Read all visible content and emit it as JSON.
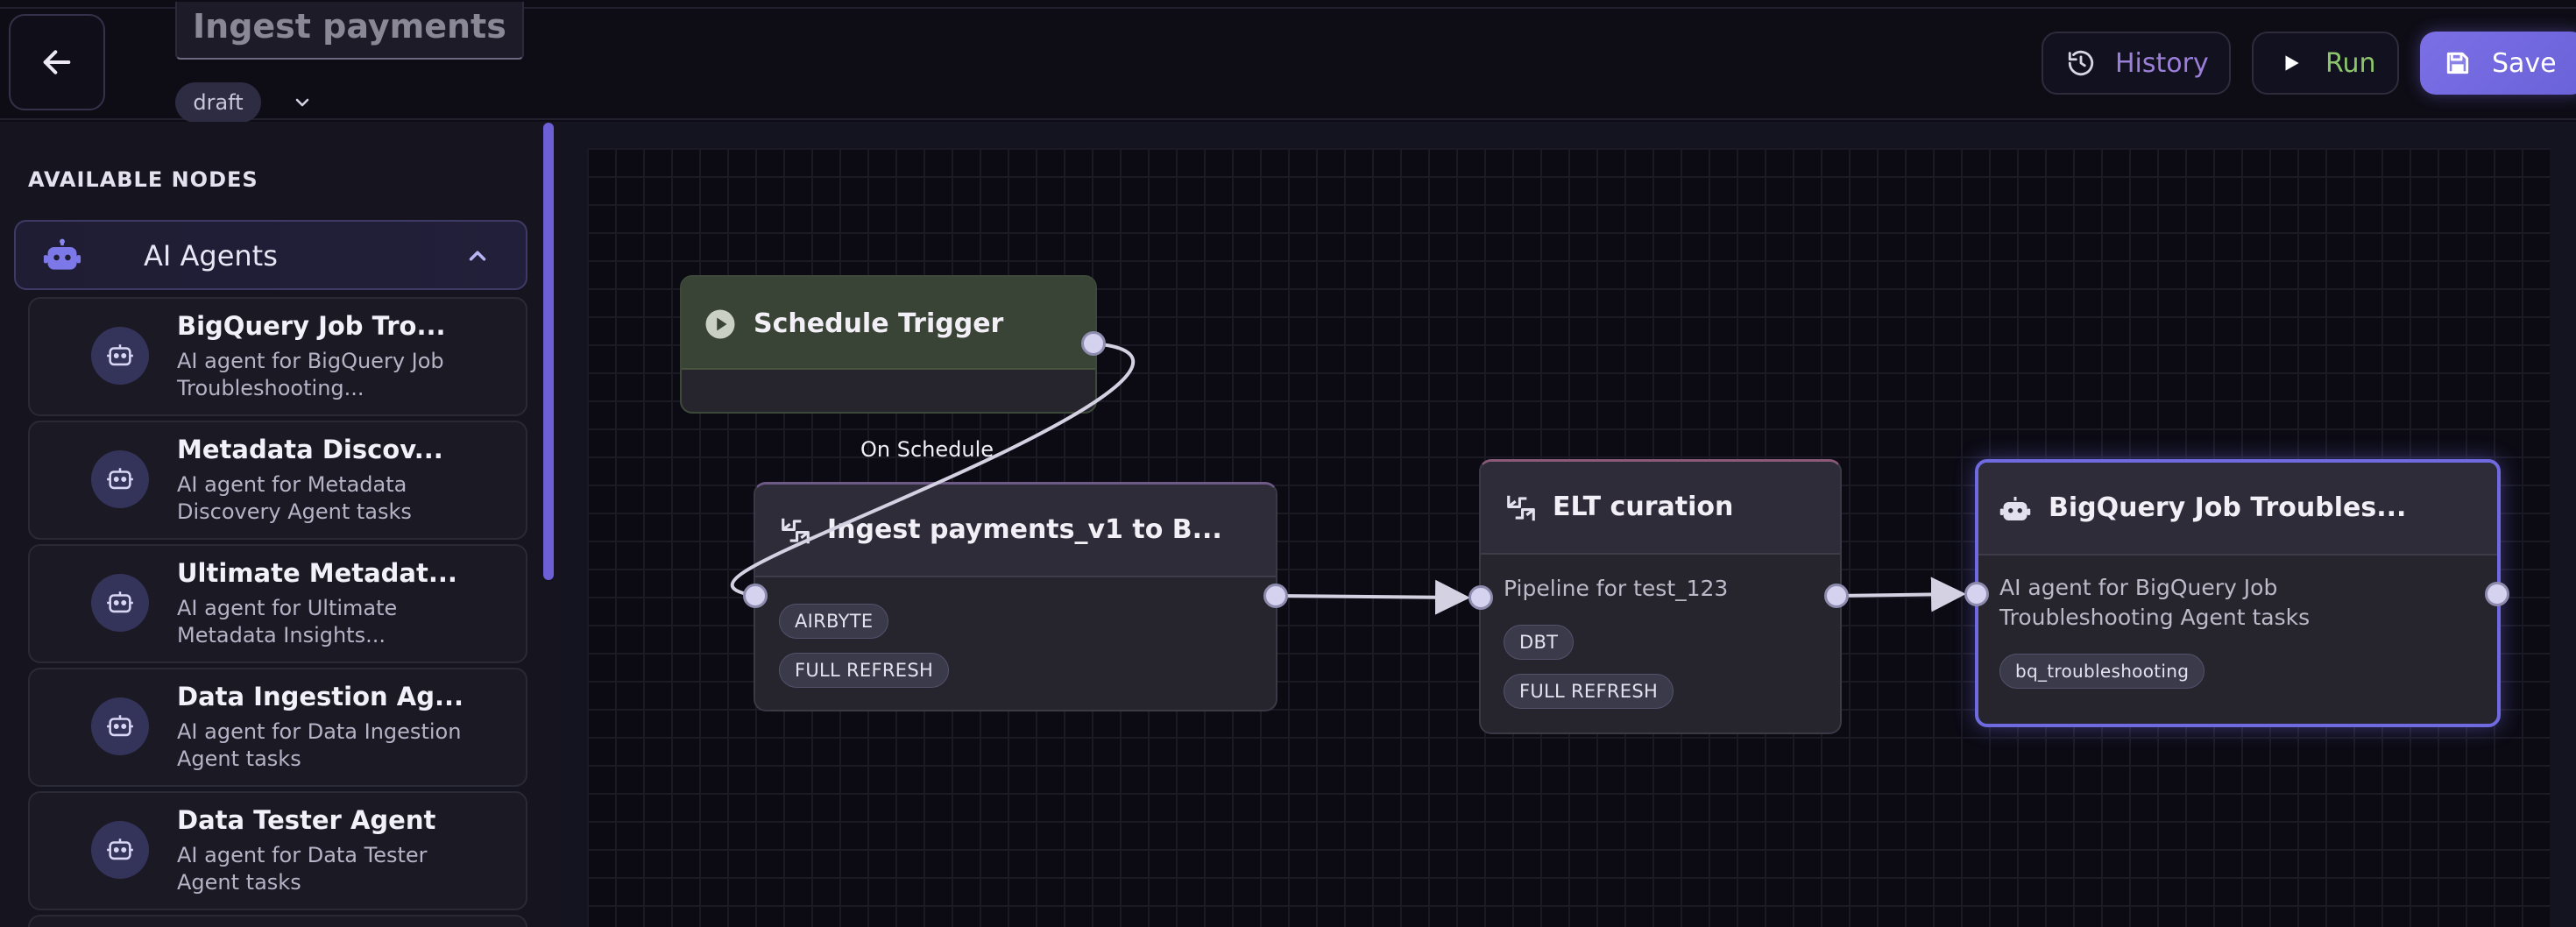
{
  "header": {
    "title": "Ingest payments",
    "status": "draft",
    "history_label": "History",
    "run_label": "Run",
    "save_label": "Save"
  },
  "sidebar": {
    "section_title": "AVAILABLE NODES",
    "category": {
      "label": "AI Agents",
      "expanded": true
    },
    "items": [
      {
        "name": "BigQuery Job Tro...",
        "desc": "AI agent for BigQuery Job Troubleshooting..."
      },
      {
        "name": "Metadata Discov...",
        "desc": "AI agent for Metadata Discovery Agent tasks"
      },
      {
        "name": "Ultimate Metadat...",
        "desc": "AI agent for Ultimate Metadata Insights..."
      },
      {
        "name": "Data Ingestion Ag...",
        "desc": "AI agent for Data Ingestion Agent tasks"
      },
      {
        "name": "Data Tester Agent",
        "desc": "AI agent for Data Tester Agent tasks"
      }
    ]
  },
  "canvas": {
    "edge_label": "On Schedule",
    "nodes": {
      "trigger": {
        "title": "Schedule Trigger"
      },
      "ingest": {
        "title": "Ingest payments_v1 to B...",
        "tags": [
          "AIRBYTE",
          "FULL REFRESH"
        ]
      },
      "elt": {
        "title": "ELT curation",
        "desc": "Pipeline for test_123",
        "tags": [
          "DBT",
          "FULL REFRESH"
        ]
      },
      "agent": {
        "title": "BigQuery Job Troubles...",
        "desc": "AI agent for BigQuery Job Troubleshooting Agent tasks",
        "tags": [
          "bq_troubleshooting"
        ]
      }
    }
  },
  "colors": {
    "accent": "#7c6fe6",
    "history": "#9b7fd8",
    "run": "#8cc56b",
    "trigger_header": "#3a4436"
  }
}
